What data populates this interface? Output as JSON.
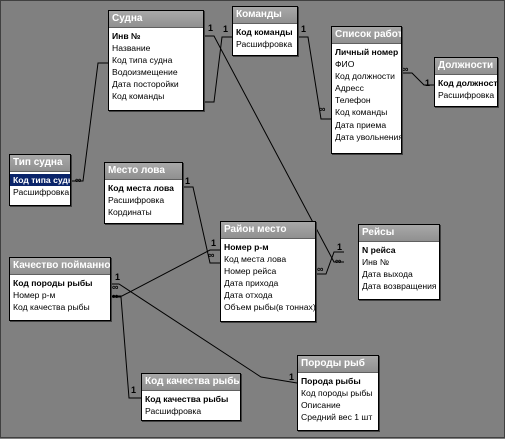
{
  "tables": {
    "sudna": {
      "title": "Судна",
      "fields": [
        {
          "name": "Инв №",
          "key": true
        },
        {
          "name": "Название"
        },
        {
          "name": "Код типа судна"
        },
        {
          "name": "Водоизмещение"
        },
        {
          "name": "Дата посторойки"
        },
        {
          "name": "Код команды"
        }
      ]
    },
    "komandy": {
      "title": "Команды",
      "fields": [
        {
          "name": "Код команды",
          "key": true
        },
        {
          "name": "Расшифровка"
        }
      ]
    },
    "spisok": {
      "title": "Список работ...",
      "fields": [
        {
          "name": "Личный номер",
          "key": true
        },
        {
          "name": "ФИО"
        },
        {
          "name": "Код должности"
        },
        {
          "name": "Адресс"
        },
        {
          "name": "Телефон"
        },
        {
          "name": "Код команды"
        },
        {
          "name": "Дата приема"
        },
        {
          "name": "Дата увольнения"
        }
      ]
    },
    "dolzhnosti": {
      "title": "Должности",
      "fields": [
        {
          "name": "Код должности",
          "key": true
        },
        {
          "name": "Расшифровка"
        }
      ]
    },
    "tip_sudna": {
      "title": "Тип судна",
      "fields": [
        {
          "name": "Код типа судна",
          "key": true,
          "selected": true
        },
        {
          "name": "Расшифровка"
        }
      ]
    },
    "mesto_lova": {
      "title": "Место лова",
      "fields": [
        {
          "name": "Код места лова",
          "key": true
        },
        {
          "name": "Расшифровка"
        },
        {
          "name": "Кординаты"
        }
      ]
    },
    "rayon_mesto": {
      "title": "Район место",
      "fields": [
        {
          "name": "Номер р-м",
          "key": true
        },
        {
          "name": "Код места лова"
        },
        {
          "name": "Номер рейса"
        },
        {
          "name": "Дата прихода"
        },
        {
          "name": "Дата отхода"
        },
        {
          "name": "Объем рыбы(в тоннах)"
        }
      ]
    },
    "reysy": {
      "title": "Рейсы",
      "fields": [
        {
          "name": "N рейса",
          "key": true
        },
        {
          "name": "Инв №"
        },
        {
          "name": "Дата выхода"
        },
        {
          "name": "Дата возвращения"
        }
      ]
    },
    "kachestvo_poymannoy": {
      "title": "Качество пойманной",
      "fields": [
        {
          "name": "Код породы рыбы",
          "key": true
        },
        {
          "name": "Номер р-м"
        },
        {
          "name": "Код качества рыбы"
        }
      ]
    },
    "kod_kachestva": {
      "title": "Код качества рыбы",
      "fields": [
        {
          "name": "Код качества рыбы",
          "key": true
        },
        {
          "name": "Расшифровка"
        }
      ]
    },
    "porody_ryb": {
      "title": "Породы рыб",
      "fields": [
        {
          "name": "Порода рыбы",
          "key": true
        },
        {
          "name": "Код породы рыбы"
        },
        {
          "name": "Описание"
        },
        {
          "name": "Средний вес 1 шт"
        }
      ]
    }
  },
  "cardinality": {
    "one": "1",
    "many": "∞"
  }
}
